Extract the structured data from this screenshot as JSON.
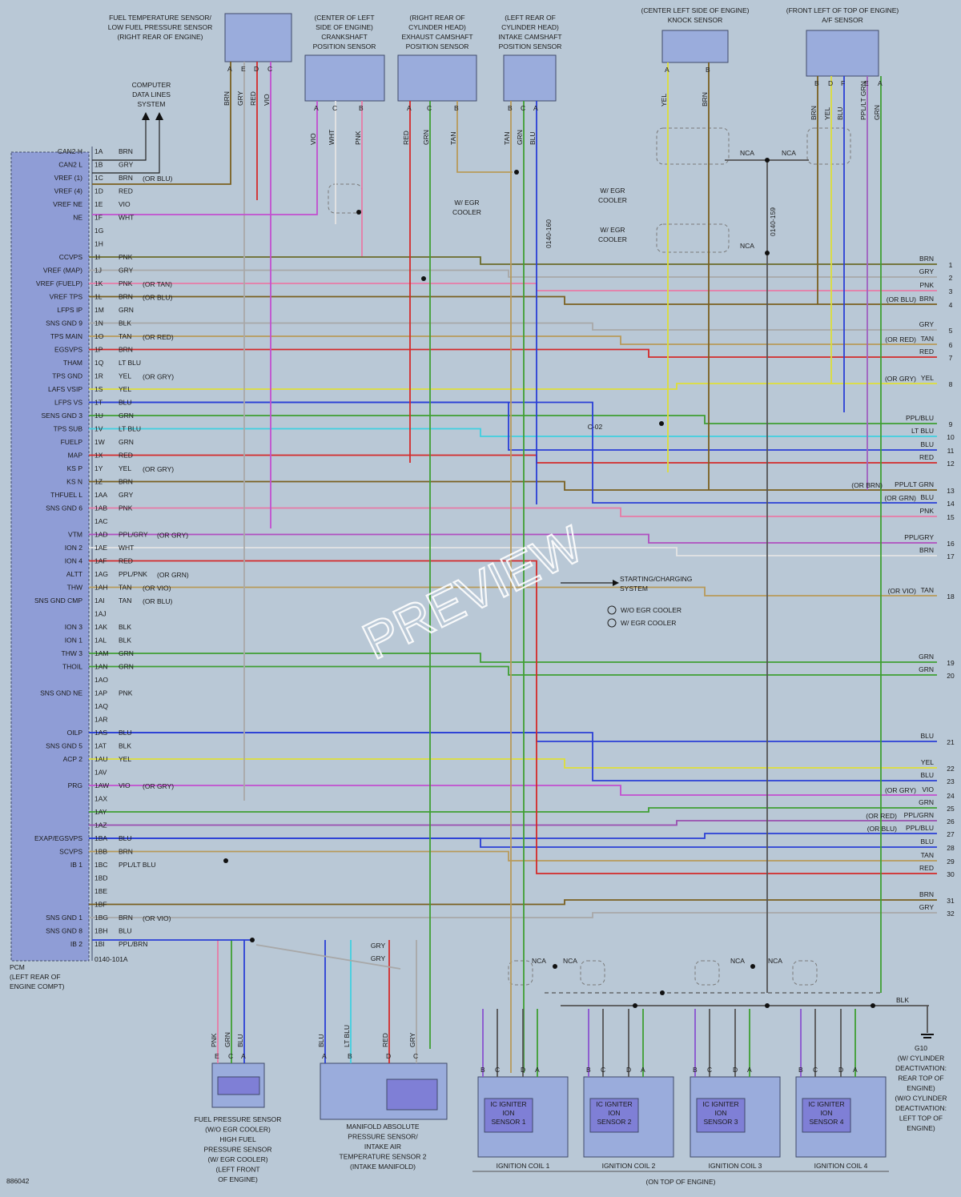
{
  "pcm": {
    "pins": [
      {
        "pin": "1A",
        "func": "CAN2 H",
        "color": "BRN"
      },
      {
        "pin": "1B",
        "func": "CAN2 L",
        "color": "GRY"
      },
      {
        "pin": "1C",
        "func": "VREF (1)",
        "color": "BRN",
        "alt": "(OR BLU)"
      },
      {
        "pin": "1D",
        "func": "VREF (4)",
        "color": "RED"
      },
      {
        "pin": "1E",
        "func": "VREF NE",
        "color": "VIO"
      },
      {
        "pin": "1F",
        "func": "NE",
        "color": "WHT"
      },
      {
        "pin": "1G",
        "func": "",
        "color": ""
      },
      {
        "pin": "1H",
        "func": "",
        "color": ""
      },
      {
        "pin": "1I",
        "func": "CCVPS",
        "color": "PNK"
      },
      {
        "pin": "1J",
        "func": "VREF (MAP)",
        "color": "GRY"
      },
      {
        "pin": "1K",
        "func": "VREF (FUELP)",
        "color": "PNK",
        "alt": "(OR TAN)"
      },
      {
        "pin": "1L",
        "func": "VREF TPS",
        "color": "BRN",
        "alt": "(OR BLU)"
      },
      {
        "pin": "1M",
        "func": "LFPS IP",
        "color": "GRN"
      },
      {
        "pin": "1N",
        "func": "SNS GND 9",
        "color": "BLK"
      },
      {
        "pin": "1O",
        "func": "TPS MAIN",
        "color": "TAN",
        "alt": "(OR RED)"
      },
      {
        "pin": "1P",
        "func": "EGSVPS",
        "color": "BRN"
      },
      {
        "pin": "1Q",
        "func": "THAM",
        "color": "LT BLU"
      },
      {
        "pin": "1R",
        "func": "TPS GND",
        "color": "YEL",
        "alt": "(OR GRY)"
      },
      {
        "pin": "1S",
        "func": "LAFS VSIP",
        "color": "YEL"
      },
      {
        "pin": "1T",
        "func": "LFPS VS",
        "color": "BLU"
      },
      {
        "pin": "1U",
        "func": "SENS GND 3",
        "color": "GRN"
      },
      {
        "pin": "1V",
        "func": "TPS SUB",
        "color": "LT BLU"
      },
      {
        "pin": "1W",
        "func": "FUELP",
        "color": "GRN"
      },
      {
        "pin": "1X",
        "func": "MAP",
        "color": "RED"
      },
      {
        "pin": "1Y",
        "func": "KS P",
        "color": "YEL",
        "alt": "(OR GRY)"
      },
      {
        "pin": "1Z",
        "func": "KS N",
        "color": "BRN"
      },
      {
        "pin": "1AA",
        "func": "THFUEL L",
        "color": "GRY"
      },
      {
        "pin": "1AB",
        "func": "SNS GND 6",
        "color": "PNK"
      },
      {
        "pin": "1AC",
        "func": "",
        "color": ""
      },
      {
        "pin": "1AD",
        "func": "VTM",
        "color": "PPL/GRY",
        "alt": "(OR GRY)"
      },
      {
        "pin": "1AE",
        "func": "ION 2",
        "color": "WHT"
      },
      {
        "pin": "1AF",
        "func": "ION 4",
        "color": "RED"
      },
      {
        "pin": "1AG",
        "func": "ALTT",
        "color": "PPL/PNK",
        "alt": "(OR GRN)"
      },
      {
        "pin": "1AH",
        "func": "THW",
        "color": "TAN",
        "alt": "(OR VIO)"
      },
      {
        "pin": "1AI",
        "func": "SNS GND CMP",
        "color": "TAN",
        "alt": "(OR BLU)"
      },
      {
        "pin": "1AJ",
        "func": "",
        "color": ""
      },
      {
        "pin": "1AK",
        "func": "ION 3",
        "color": "BLK"
      },
      {
        "pin": "1AL",
        "func": "ION 1",
        "color": "BLK"
      },
      {
        "pin": "1AM",
        "func": "THW 3",
        "color": "GRN"
      },
      {
        "pin": "1AN",
        "func": "THOIL",
        "color": "GRN"
      },
      {
        "pin": "1AO",
        "func": "",
        "color": ""
      },
      {
        "pin": "1AP",
        "func": "SNS GND NE",
        "color": "PNK"
      },
      {
        "pin": "1AQ",
        "func": "",
        "color": ""
      },
      {
        "pin": "1AR",
        "func": "",
        "color": ""
      },
      {
        "pin": "1AS",
        "func": "OILP",
        "color": "BLU"
      },
      {
        "pin": "1AT",
        "func": "SNS GND 5",
        "color": "BLK"
      },
      {
        "pin": "1AU",
        "func": "ACP 2",
        "color": "YEL"
      },
      {
        "pin": "1AV",
        "func": "",
        "color": ""
      },
      {
        "pin": "1AW",
        "func": "PRG",
        "color": "VIO",
        "alt": "(OR GRY)"
      },
      {
        "pin": "1AX",
        "func": "",
        "color": ""
      },
      {
        "pin": "1AY",
        "func": "",
        "color": ""
      },
      {
        "pin": "1AZ",
        "func": "",
        "color": ""
      },
      {
        "pin": "1BA",
        "func": "EXAP/EGSVPS",
        "color": "BLU"
      },
      {
        "pin": "1BB",
        "func": "SCVPS",
        "color": "BRN"
      },
      {
        "pin": "1BC",
        "func": "IB 1",
        "color": "PPL/LT BLU"
      },
      {
        "pin": "1BD",
        "func": "",
        "color": ""
      },
      {
        "pin": "1BE",
        "func": "",
        "color": ""
      },
      {
        "pin": "1BF",
        "func": "",
        "color": ""
      },
      {
        "pin": "1BG",
        "func": "SNS GND 1",
        "color": "BRN",
        "alt": "(OR VIO)"
      },
      {
        "pin": "1BH",
        "func": "SNS GND 8",
        "color": "BLU"
      },
      {
        "pin": "1BI",
        "func": "IB 2",
        "color": "PPL/BRN"
      }
    ],
    "code": "0140-101A",
    "label": [
      "PCM",
      "(LEFT REAR OF",
      "ENGINE COMPT)"
    ]
  },
  "outputs": [
    {
      "n": "1",
      "color": "BRN",
      "alt": ""
    },
    {
      "n": "2",
      "color": "GRY",
      "alt": ""
    },
    {
      "n": "3",
      "color": "PNK",
      "alt": ""
    },
    {
      "n": "4",
      "color": "BRN",
      "alt": "(OR BLU)"
    },
    {
      "n": "5",
      "color": "GRY",
      "alt": ""
    },
    {
      "n": "6",
      "color": "TAN",
      "alt": "(OR RED)"
    },
    {
      "n": "7",
      "color": "RED",
      "alt": ""
    },
    {
      "n": "8",
      "color": "YEL",
      "alt": "(OR GRY)"
    },
    {
      "n": "9",
      "color": "PPL/BLU",
      "alt": ""
    },
    {
      "n": "10",
      "color": "LT BLU",
      "alt": ""
    },
    {
      "n": "11",
      "color": "BLU",
      "alt": ""
    },
    {
      "n": "12",
      "color": "RED",
      "alt": ""
    },
    {
      "n": "13",
      "color": "PPL/LT GRN",
      "alt": "(OR BRN)"
    },
    {
      "n": "14",
      "color": "BLU",
      "alt": "(OR GRN)"
    },
    {
      "n": "15",
      "color": "PNK",
      "alt": ""
    },
    {
      "n": "16",
      "color": "PPL/GRY",
      "alt": ""
    },
    {
      "n": "17",
      "color": "BRN",
      "alt": ""
    },
    {
      "n": "18",
      "color": "TAN",
      "alt": "(OR VIO)"
    },
    {
      "n": "19",
      "color": "GRN",
      "alt": ""
    },
    {
      "n": "20",
      "color": "GRN",
      "alt": ""
    },
    {
      "n": "21",
      "color": "BLU",
      "alt": ""
    },
    {
      "n": "22",
      "color": "YEL",
      "alt": ""
    },
    {
      "n": "23",
      "color": "BLU",
      "alt": ""
    },
    {
      "n": "24",
      "color": "VIO",
      "alt": "(OR GRY)"
    },
    {
      "n": "25",
      "color": "GRN",
      "alt": ""
    },
    {
      "n": "26",
      "color": "PPL/GRN",
      "alt": "(OR RED)"
    },
    {
      "n": "27",
      "color": "PPL/BLU",
      "alt": "(OR BLU)"
    },
    {
      "n": "28",
      "color": "BLU",
      "alt": ""
    },
    {
      "n": "29",
      "color": "TAN",
      "alt": ""
    },
    {
      "n": "30",
      "color": "RED",
      "alt": ""
    },
    {
      "n": "31",
      "color": "BRN",
      "alt": ""
    },
    {
      "n": "32",
      "color": "GRY",
      "alt": ""
    }
  ],
  "components": {
    "fuel_temp": [
      "FUEL TEMPERATURE SENSOR/",
      "LOW FUEL PRESSURE SENSOR",
      "(RIGHT REAR OF ENGINE)"
    ],
    "crank": [
      "(CENTER OF LEFT",
      "SIDE OF ENGINE)",
      "CRANKSHAFT",
      "POSITION SENSOR"
    ],
    "exh_cam": [
      "(RIGHT REAR OF",
      "CYLINDER HEAD)",
      "EXHAUST CAMSHAFT",
      "POSITION SENSOR"
    ],
    "int_cam": [
      "(LEFT REAR OF",
      "CYLINDER HEAD)",
      "INTAKE CAMSHAFT",
      "POSITION SENSOR"
    ],
    "knock": [
      "(CENTER LEFT SIDE OF ENGINE)",
      "KNOCK SENSOR"
    ],
    "af": [
      "(FRONT LEFT OF TOP OF ENGINE)",
      "A/F SENSOR"
    ],
    "data_lines": [
      "COMPUTER",
      "DATA LINES",
      "SYSTEM"
    ],
    "fuel_pressure": [
      "FUEL PRESSURE SENSOR",
      "(W/O EGR COOLER)",
      "HIGH FUEL",
      "PRESSURE SENSOR",
      "(W/ EGR COOLER)",
      "(LEFT FRONT",
      "OF ENGINE)"
    ],
    "map": [
      "MANIFOLD ABSOLUTE",
      "PRESSURE SENSOR/",
      "INTAKE AIR",
      "TEMPERATURE SENSOR 2",
      "(INTAKE MANIFOLD)"
    ],
    "coils": [
      "IGNITION COIL 1",
      "IGNITION COIL 2",
      "IGNITION COIL 3",
      "IGNITION COIL 4"
    ],
    "coil_inner": [
      "IC IGNITER",
      "ION",
      "SENSOR"
    ],
    "coils_location": "(ON TOP OF ENGINE)",
    "ground": [
      "G10",
      "(W/ CYLINDER",
      "DEACTIVATION:",
      "REAR TOP OF",
      "ENGINE)",
      "(W/O CYLINDER",
      "DEACTIVATION:",
      "LEFT TOP OF",
      "ENGINE)"
    ],
    "starting": [
      "STARTING/CHARGING",
      "SYSTEM"
    ],
    "legend": [
      "W/O EGR COOLER",
      "W/ EGR COOLER"
    ],
    "egr_cooler": [
      "W/ EGR",
      "COOLER"
    ],
    "nca": "NCA",
    "c02": "C-02",
    "codes": [
      "0140-160",
      "0140-159"
    ]
  },
  "watermark": "PREVIEW",
  "figure_id": "886042"
}
